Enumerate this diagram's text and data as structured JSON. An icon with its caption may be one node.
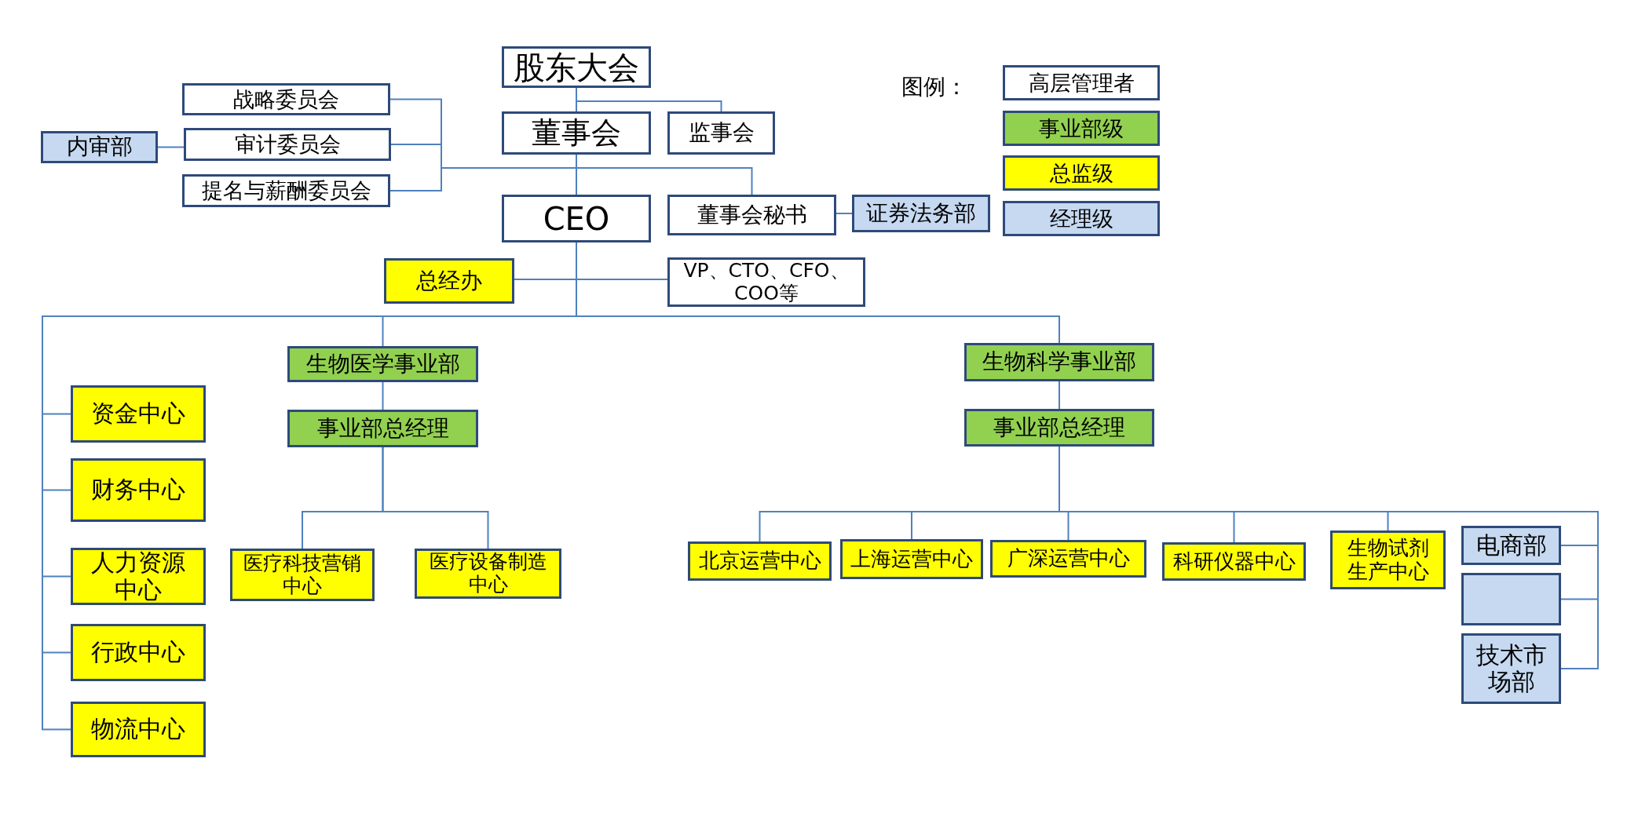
{
  "diagram": {
    "nodes": [
      {
        "text": [
          "股东大会"
        ]
      },
      {
        "text": [
          "董事会"
        ]
      },
      {
        "text": [
          "监事会"
        ]
      },
      {
        "text": [
          "战略委员会"
        ]
      },
      {
        "text": [
          "审计委员会"
        ]
      },
      {
        "text": [
          "内审部"
        ]
      },
      {
        "text": [
          "提名与薪酬委员会"
        ]
      },
      {
        "text": [
          "CEO"
        ]
      },
      {
        "text": [
          "董事会秘书"
        ]
      },
      {
        "text": [
          "证券法务部"
        ]
      },
      {
        "text": [
          "总经办"
        ]
      },
      {
        "text": [
          "VP、CTO、CFO、COO等"
        ]
      },
      {
        "text": [
          "生物医学事业部"
        ]
      },
      {
        "text": [
          "事业部总经理"
        ]
      },
      {
        "text": [
          "医疗科技营销中心"
        ]
      },
      {
        "text": [
          "医疗设备制造中心"
        ]
      },
      {
        "text": [
          "生物科学事业部"
        ]
      },
      {
        "text": [
          "事业部总经理"
        ]
      },
      {
        "text": [
          "北京运营中心"
        ]
      },
      {
        "text": [
          "上海运营中心"
        ]
      },
      {
        "text": [
          "广深运营中心"
        ]
      },
      {
        "text": [
          "科研仪器中心"
        ]
      },
      {
        "text": [
          "生物试剂生产中心"
        ]
      },
      {
        "text": [
          "电商部"
        ]
      },
      {
        "text": [],
        "shape": "box"
      },
      {
        "text": [
          "技术市场部"
        ]
      },
      {
        "text": [
          "资金中心"
        ]
      },
      {
        "text": [
          "财务中心"
        ]
      },
      {
        "text": [
          "人力资源中心"
        ]
      },
      {
        "text": [
          "行政中心"
        ]
      },
      {
        "text": [
          "物流中心"
        ]
      }
    ],
    "edges": [
      {
        "from": 0,
        "to": 1,
        "arrow": "none"
      },
      {
        "from": 0,
        "to": 2,
        "arrow": "none"
      },
      {
        "from": 1,
        "to": 7,
        "arrow": "none"
      },
      {
        "from": 1,
        "to": 3,
        "arrow": "none"
      },
      {
        "from": 1,
        "to": 4,
        "arrow": "none"
      },
      {
        "from": 1,
        "to": 6,
        "arrow": "none"
      },
      {
        "from": 1,
        "to": 8,
        "arrow": "none"
      },
      {
        "from": 5,
        "to": 4,
        "arrow": "none"
      },
      {
        "from": 8,
        "to": 9,
        "arrow": "none"
      },
      {
        "from": 7,
        "to": 10,
        "arrow": "none"
      },
      {
        "from": 7,
        "to": 11,
        "arrow": "none"
      },
      {
        "from": 7,
        "to": 12,
        "arrow": "none"
      },
      {
        "from": 7,
        "to": 16,
        "arrow": "none"
      },
      {
        "from": 7,
        "to": 26,
        "arrow": "none"
      },
      {
        "from": 7,
        "to": 27,
        "arrow": "none"
      },
      {
        "from": 7,
        "to": 28,
        "arrow": "none"
      },
      {
        "from": 7,
        "to": 29,
        "arrow": "none"
      },
      {
        "from": 7,
        "to": 30,
        "arrow": "none"
      },
      {
        "from": 12,
        "to": 13,
        "arrow": "none"
      },
      {
        "from": 13,
        "to": 14,
        "arrow": "none"
      },
      {
        "from": 13,
        "to": 15,
        "arrow": "none"
      },
      {
        "from": 16,
        "to": 17,
        "arrow": "none"
      },
      {
        "from": 17,
        "to": 18,
        "arrow": "none"
      },
      {
        "from": 17,
        "to": 19,
        "arrow": "none"
      },
      {
        "from": 17,
        "to": 20,
        "arrow": "none"
      },
      {
        "from": 17,
        "to": 21,
        "arrow": "none"
      },
      {
        "from": 17,
        "to": 22,
        "arrow": "none"
      },
      {
        "from": 17,
        "to": 23,
        "arrow": "none"
      },
      {
        "from": 17,
        "to": 24,
        "arrow": "none"
      },
      {
        "from": 17,
        "to": 25,
        "arrow": "none"
      }
    ],
    "labels": [
      "图例："
    ],
    "legend": [
      {
        "text": "高层管理者",
        "color": "#ffffff"
      },
      {
        "text": "事业部级",
        "color": "#92d050"
      },
      {
        "text": "总监级",
        "color": "#ffff00"
      },
      {
        "text": "经理级",
        "color": "#c6d9f1"
      }
    ]
  }
}
